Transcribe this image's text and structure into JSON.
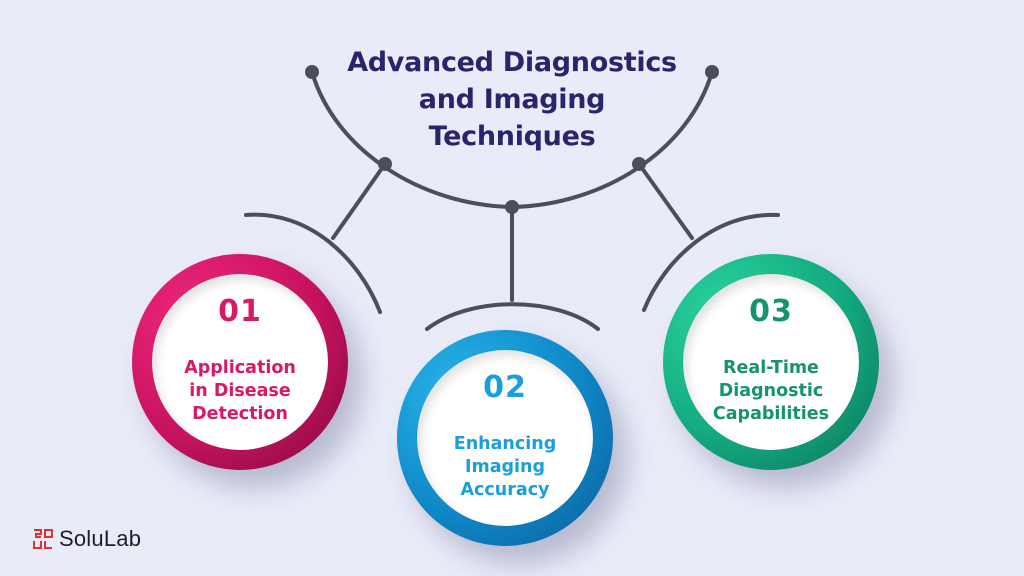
{
  "title": {
    "line1": "Advanced Diagnostics",
    "line2": "and Imaging",
    "line3": "Techniques"
  },
  "items": [
    {
      "number": "01",
      "label_lines": [
        "Application",
        "in Disease",
        "Detection"
      ],
      "color": "#d81966"
    },
    {
      "number": "02",
      "label_lines": [
        "Enhancing",
        "Imaging",
        "Accuracy"
      ],
      "color": "#1a9fdc"
    },
    {
      "number": "03",
      "label_lines": [
        "Real-Time",
        "Diagnostic",
        "Capabilities"
      ],
      "color": "#14946f"
    }
  ],
  "brand": {
    "name": "SoluLab",
    "accent": "#e0322f"
  },
  "colors": {
    "background": "#e9ebf8",
    "title": "#27256b",
    "connector": "#4a4f5a"
  }
}
